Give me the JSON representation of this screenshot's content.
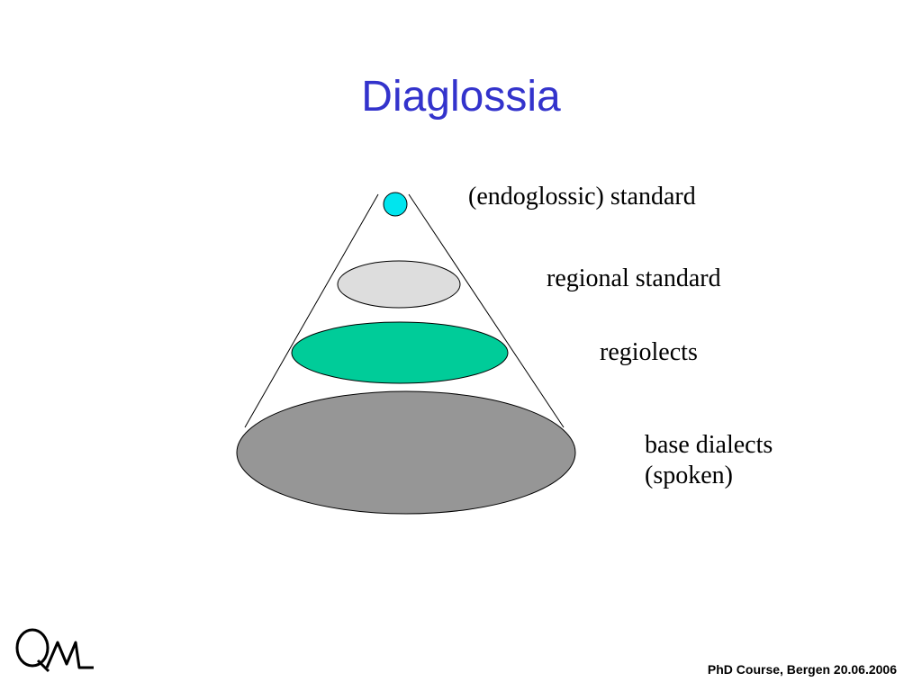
{
  "slide": {
    "title": "Diaglossia",
    "footer": "PhD Course, Bergen 20.06.2006"
  },
  "diagram": {
    "levels": [
      {
        "id": "standard",
        "label": "(endoglossic) standard",
        "color": "#00e5ee"
      },
      {
        "id": "regional",
        "label": "regional standard",
        "color": "#dddddd"
      },
      {
        "id": "regiolects",
        "label": "regiolects",
        "color": "#00cc99"
      },
      {
        "id": "base",
        "label_lines": [
          "base dialects",
          "(spoken)"
        ],
        "color": "#969696"
      }
    ],
    "outline_color": "#000000"
  },
  "logo": {
    "icon": "qml-logo-icon"
  }
}
